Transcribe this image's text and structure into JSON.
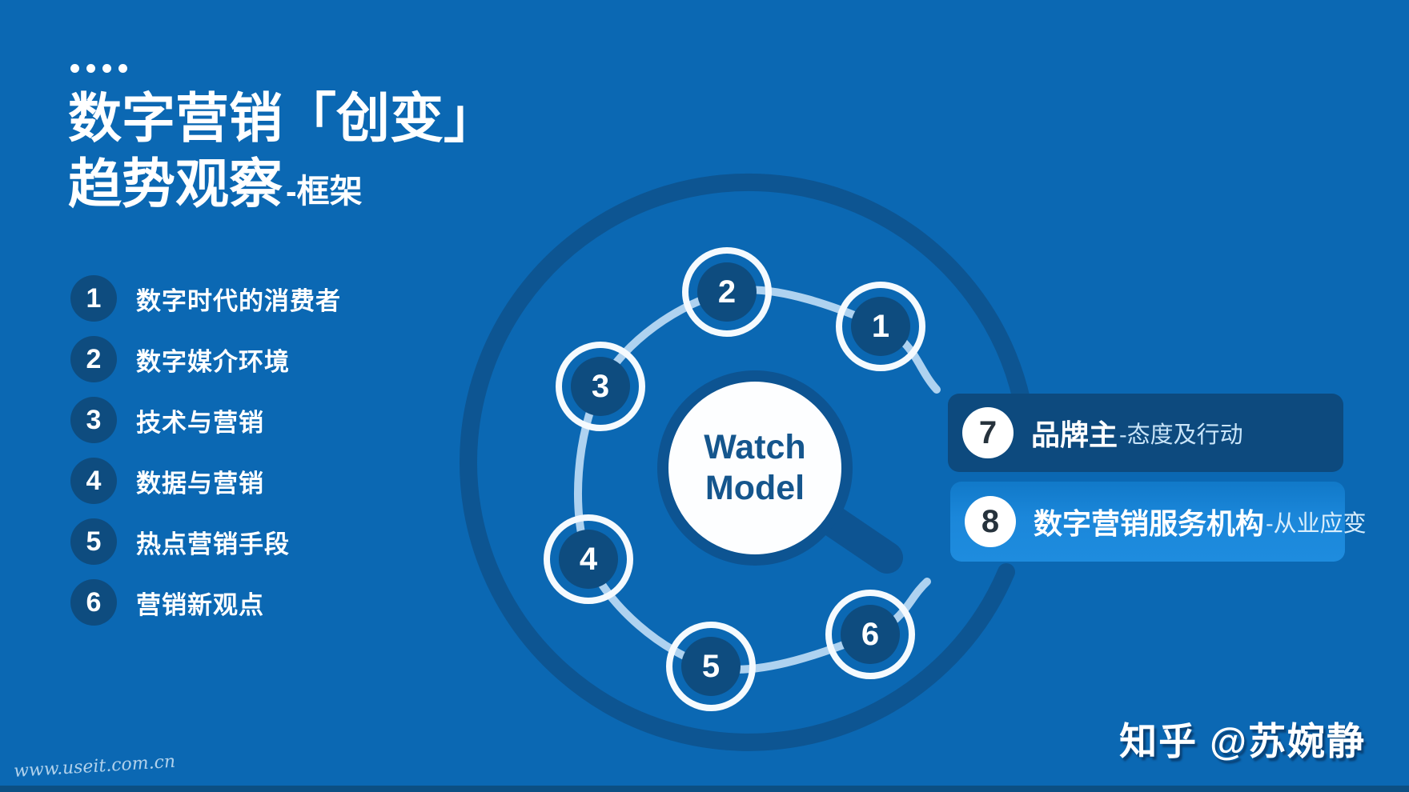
{
  "header": {
    "title_line1": "数字营销「创变」",
    "title_line2": "趋势观察",
    "title_suffix": "-框架"
  },
  "left_list": {
    "items": [
      {
        "num": "1",
        "label": "数字时代的消费者"
      },
      {
        "num": "2",
        "label": "数字媒介环境"
      },
      {
        "num": "3",
        "label": "技术与营销"
      },
      {
        "num": "4",
        "label": "数据与营销"
      },
      {
        "num": "5",
        "label": "热点营销手段"
      },
      {
        "num": "6",
        "label": "营销新观点"
      }
    ]
  },
  "diagram": {
    "center": {
      "line1": "Watch",
      "line2": "Model"
    },
    "nodes": [
      {
        "num": "1"
      },
      {
        "num": "2"
      },
      {
        "num": "3"
      },
      {
        "num": "4"
      },
      {
        "num": "5"
      },
      {
        "num": "6"
      }
    ]
  },
  "right_boxes": [
    {
      "num": "7",
      "title": "品牌主",
      "subtitle": "-态度及行动"
    },
    {
      "num": "8",
      "title": "数字营销服务机构",
      "subtitle": "-从业应变"
    }
  ],
  "watermarks": {
    "site": "www.useit.com.cn",
    "credit": "知乎 @苏婉静"
  },
  "colors": {
    "background": "#0b68b3",
    "dark_arc": "#0d5592",
    "pale_path": "#aed2f0",
    "node_inner": "#0e4c7f",
    "box7_bg": "#0d4a7e",
    "box8_bg": "#1b87da",
    "center_text": "#15568d"
  }
}
